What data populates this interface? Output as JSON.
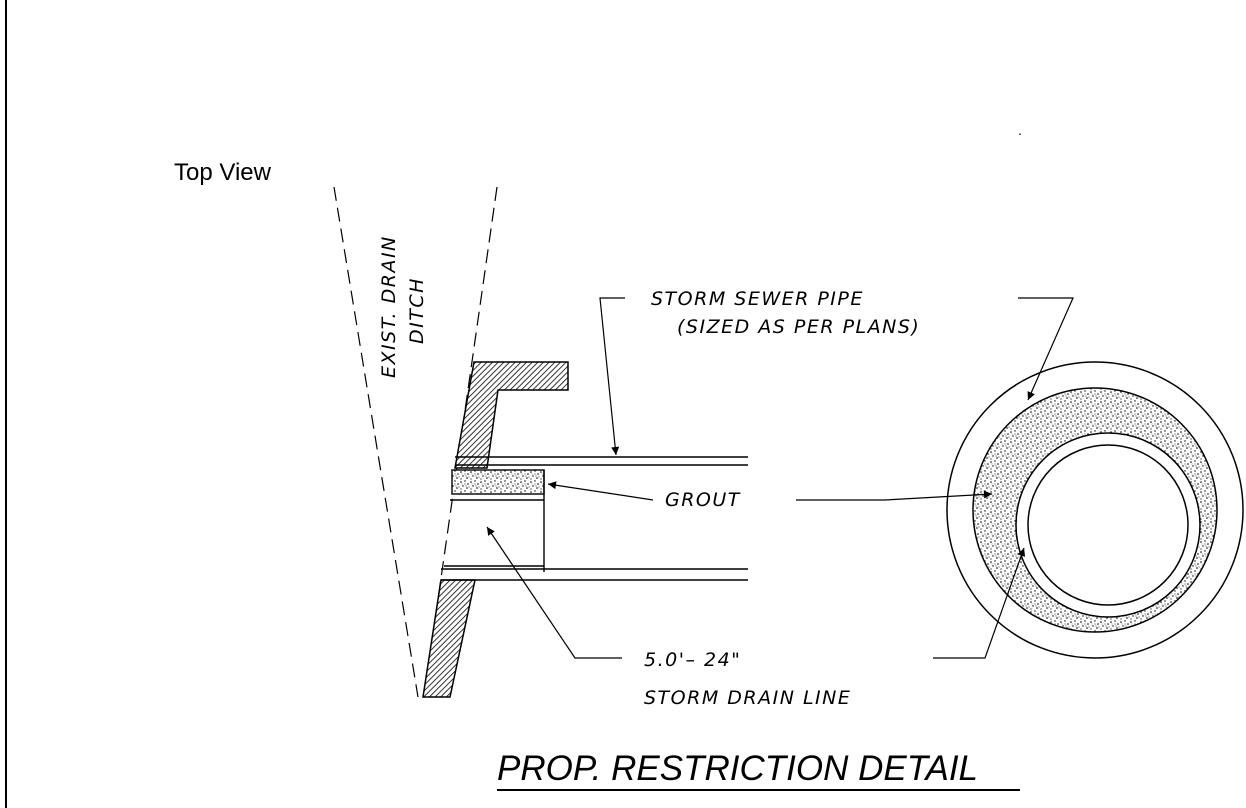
{
  "view_label": "Top View",
  "ditch_label": {
    "line1": "EXIST. DRAIN",
    "line2": "DITCH"
  },
  "callouts": {
    "storm_sewer_line1": "STORM SEWER PIPE",
    "storm_sewer_line2": "(SIZED AS PER PLANS)",
    "grout": "GROUT",
    "drain_size": "5.0'– 24\"",
    "drain_line": "STORM DRAIN LINE"
  },
  "title": "PROP. RESTRICTION DETAIL",
  "small_mark": "."
}
